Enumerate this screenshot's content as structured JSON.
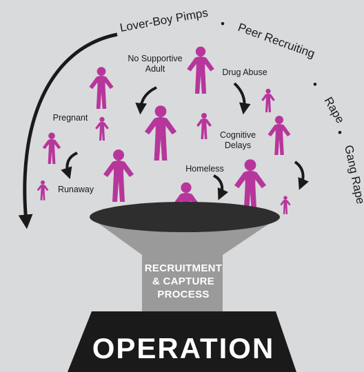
{
  "colors": {
    "background": "#d9dadc",
    "figure": "#b7369b",
    "arrow": "#1a1a1a",
    "funnel_top": "#2e2e2e",
    "funnel_body": "#9a9a9a",
    "operation_base": "#1a1a1a",
    "text_on_dark": "#ffffff"
  },
  "arc_labels": {
    "lover_boy": "Lover-Boy Pimps",
    "peer": "Peer Recruiting",
    "rape": "Rape",
    "gang_rape": "Gang Rape",
    "separator": "•"
  },
  "risk_labels": {
    "no_supportive_adult_1": "No Supportive",
    "no_supportive_adult_2": "Adult",
    "drug_abuse": "Drug Abuse",
    "pregnant": "Pregnant",
    "cognitive_delays_1": "Cognitive",
    "cognitive_delays_2": "Delays",
    "homeless": "Homeless",
    "runaway": "Runaway"
  },
  "funnel": {
    "line1": "RECRUITMENT",
    "line2": "& CAPTURE",
    "line3": "PROCESS"
  },
  "operation": {
    "label": "OPERATION"
  },
  "icons": {
    "figure": "person-icon",
    "arrow": "curved-arrow-icon"
  }
}
